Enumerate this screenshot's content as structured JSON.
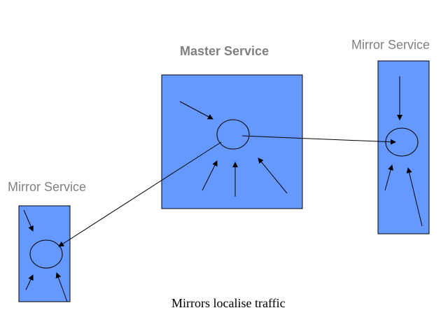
{
  "labels": {
    "master": "Master Service",
    "mirror_right": "Mirror Service",
    "mirror_left": "Mirror Service",
    "caption": "Mirrors localise traffic"
  },
  "colors": {
    "box_fill": "#6699ff",
    "stroke": "#000000",
    "label_gray": "#808080"
  }
}
